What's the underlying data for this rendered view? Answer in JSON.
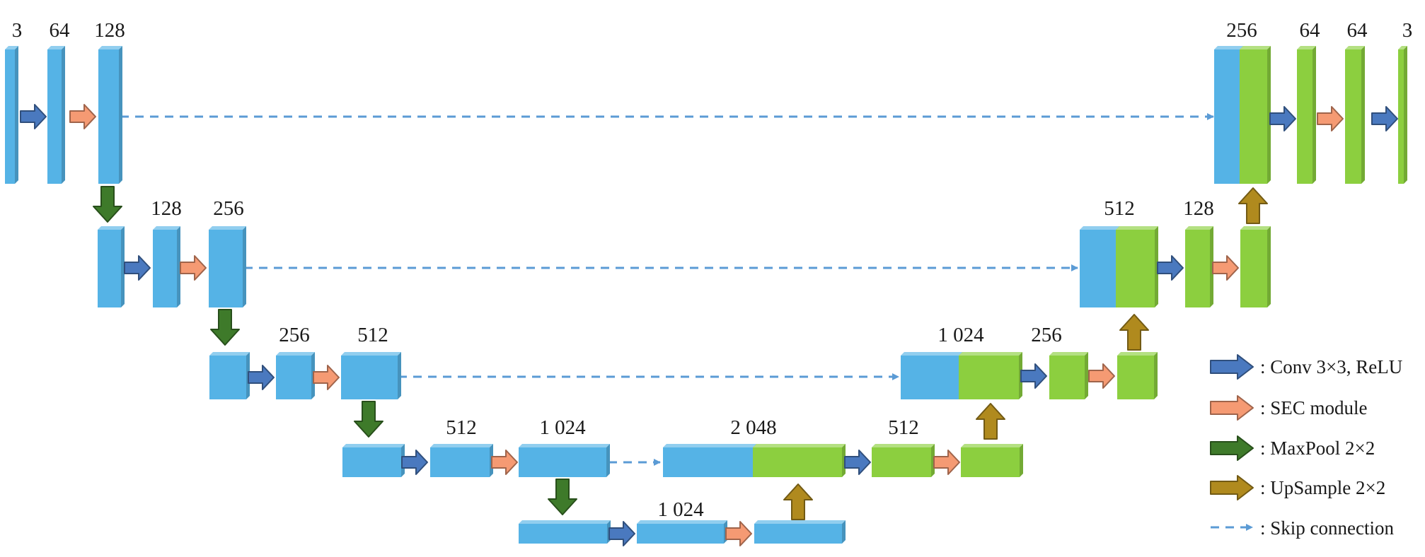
{
  "colors": {
    "encoder_block": "#55b3e6",
    "decoder_block": "#8ccf3f",
    "conv_arrow": "#4a79bf",
    "sec_arrow": "#f59a73",
    "maxpool_arrow": "#3e7a2a",
    "upsample_arrow": "#b08a1e",
    "skip": "#5b9bd5"
  },
  "labels": {
    "l1_in": "3",
    "l1_a": "64",
    "l1_b": "128",
    "l2_a": "128",
    "l2_b": "256",
    "l3_a": "256",
    "l3_b": "512",
    "l4_a": "512",
    "l4_b": "1 024",
    "l5_a": "1 024",
    "d4_a": "2 048",
    "d4_b": "512",
    "d3_a": "1 024",
    "d3_b": "256",
    "d2_a": "512",
    "d2_b": "128",
    "d1_a": "256",
    "d1_b": "64",
    "d1_c": "64",
    "d1_out": "3"
  },
  "legend": [
    {
      "icon": "conv-arrow-icon",
      "text": ": Conv 3×3, ReLU"
    },
    {
      "icon": "sec-arrow-icon",
      "text": ": SEC module"
    },
    {
      "icon": "maxpool-arrow-icon",
      "text": ": MaxPool 2×2"
    },
    {
      "icon": "upsample-arrow-icon",
      "text": ": UpSample 2×2"
    },
    {
      "icon": "skip-connection-icon",
      "text": ": Skip connection"
    }
  ]
}
